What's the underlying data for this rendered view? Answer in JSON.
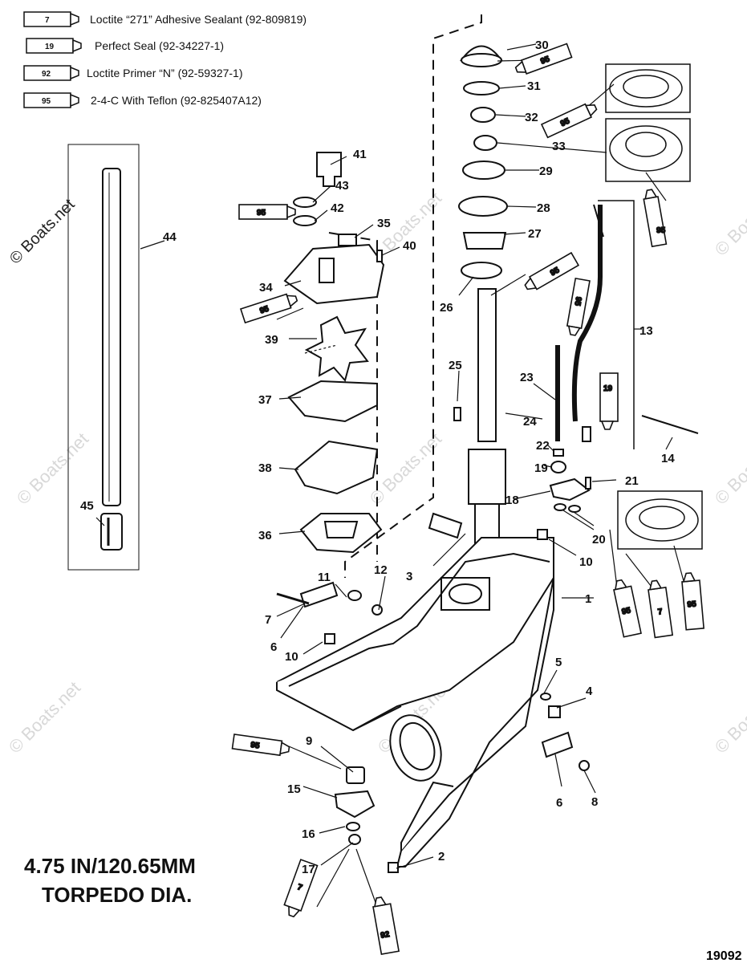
{
  "legend": [
    {
      "code": "7",
      "text": "Loctite “271” Adhesive Sealant (92-809819)"
    },
    {
      "code": "19",
      "text": "Perfect Seal (92-34227-1)"
    },
    {
      "code": "92",
      "text": "Loctite Primer “N” (92-59327-1)"
    },
    {
      "code": "95",
      "text": "2-4-C  With Teflon (92-825407A12)"
    }
  ],
  "torpedo_note": {
    "line1": "4.75 IN/120.65MM",
    "line2": "TORPEDO DIA."
  },
  "drawing_number": "19092",
  "watermark": "© Boats.net",
  "parts": [
    "1",
    "2",
    "3",
    "4",
    "5",
    "6",
    "6",
    "7",
    "8",
    "9",
    "10",
    "10",
    "11",
    "12",
    "13",
    "14",
    "15",
    "16",
    "17",
    "18",
    "19",
    "20",
    "21",
    "22",
    "23",
    "24",
    "25",
    "26",
    "27",
    "28",
    "29",
    "30",
    "31",
    "32",
    "33",
    "34",
    "35",
    "36",
    "37",
    "38",
    "39",
    "40",
    "41",
    "42",
    "43",
    "44",
    "45"
  ],
  "tubes": [
    "95",
    "95",
    "95",
    "95",
    "95",
    "95",
    "95",
    "19",
    "95",
    "7",
    "95",
    "95",
    "7",
    "92"
  ]
}
